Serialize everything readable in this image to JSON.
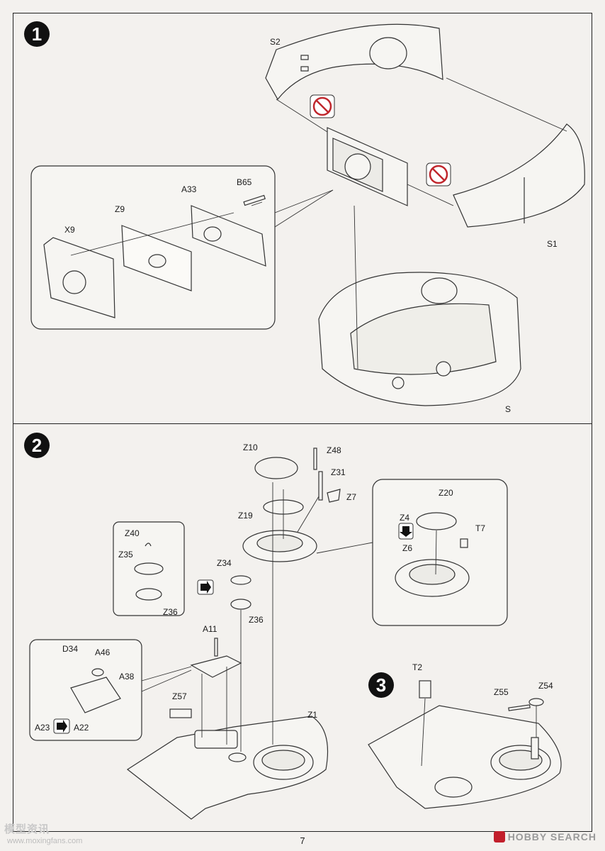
{
  "page": {
    "number": "7"
  },
  "steps": [
    {
      "number": "1"
    },
    {
      "number": "2"
    },
    {
      "number": "3"
    }
  ],
  "labels": {
    "step1": [
      "S2",
      "S1",
      "S",
      "A33",
      "B65",
      "Z9",
      "X9"
    ],
    "step2": [
      "Z10",
      "Z48",
      "Z31",
      "Z7",
      "Z19",
      "Z20",
      "Z4",
      "T7",
      "Z6",
      "Z40",
      "Z35",
      "Z36",
      "Z34",
      "Z36",
      "A11",
      "D34",
      "A46",
      "A38",
      "A23",
      "A22",
      "Z57",
      "Z1"
    ],
    "step3": [
      "T2",
      "Z55",
      "Z54"
    ]
  },
  "icons": {
    "no_glue": "no-glue-icon",
    "reversible": "arrow-right-icon",
    "flip_down": "arrow-down-icon"
  },
  "watermark": {
    "left_text": "模型资讯",
    "left_url": "www.moxingfans.com",
    "right_text": "HOBBY SEARCH"
  }
}
